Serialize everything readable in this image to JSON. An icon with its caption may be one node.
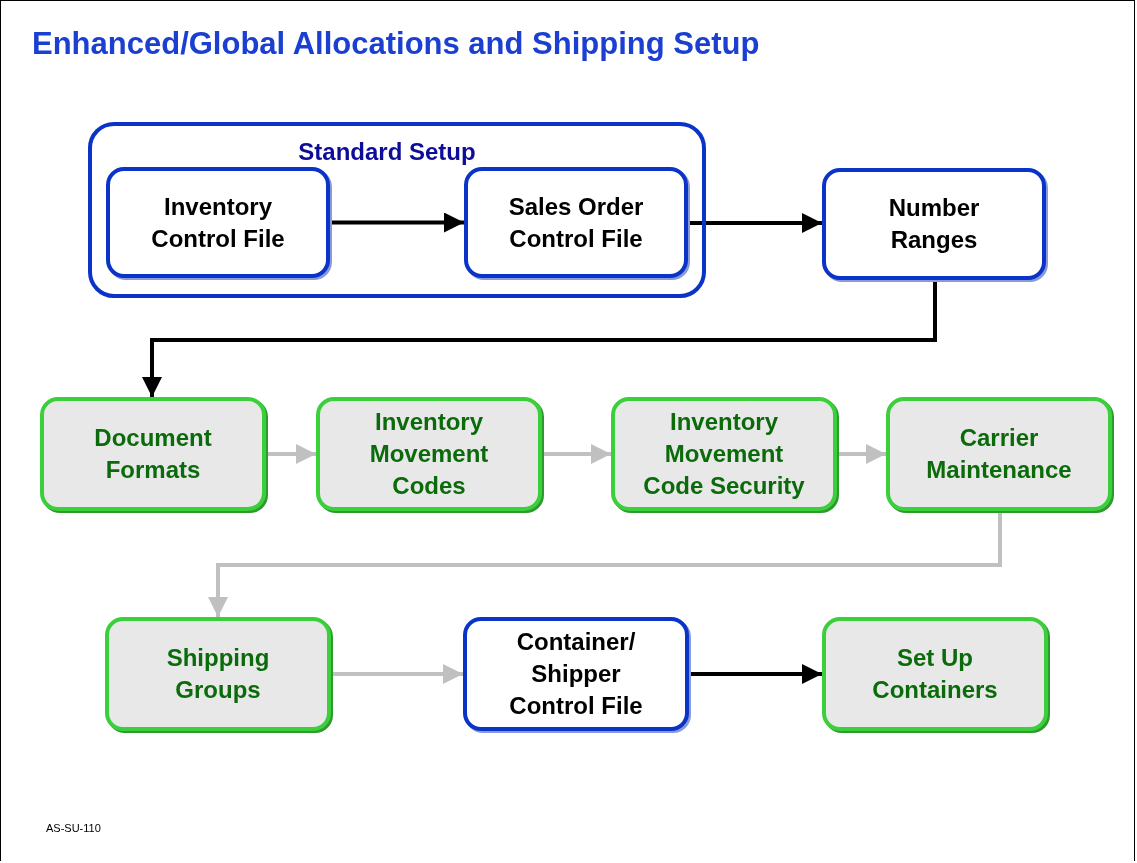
{
  "diagram": {
    "title": "Enhanced/Global Allocations and Shipping Setup",
    "nodes": [
      {
        "text": [
          "Standard Setup"
        ]
      },
      {
        "text": [
          "Inventory Control File"
        ],
        "in": 0
      },
      {
        "text": [
          "Sales Order Control File"
        ],
        "in": 0
      },
      {
        "text": [
          "Number Ranges"
        ]
      },
      {
        "text": [
          "Document Formats"
        ]
      },
      {
        "text": [
          "Inventory Movement Codes"
        ]
      },
      {
        "text": [
          "Inventory Movement Code Security"
        ]
      },
      {
        "text": [
          "Carrier Maintenance"
        ]
      },
      {
        "text": [
          "Shipping Groups"
        ]
      },
      {
        "text": [
          "Container/ Shipper Control File"
        ]
      },
      {
        "text": [
          "Set Up Containers"
        ]
      }
    ],
    "edges": [
      {
        "from": 1,
        "to": 2,
        "arrow": "to",
        "color": "#000000"
      },
      {
        "from": 2,
        "to": 3,
        "arrow": "to",
        "color": "#000000"
      },
      {
        "from": 3,
        "to": 4,
        "arrow": "to",
        "color": "#000000"
      },
      {
        "from": 4,
        "to": 5,
        "arrow": "to"
      },
      {
        "from": 5,
        "to": 6,
        "arrow": "to"
      },
      {
        "from": 6,
        "to": 7,
        "arrow": "to"
      },
      {
        "from": 7,
        "to": 8,
        "arrow": "to"
      },
      {
        "from": 8,
        "to": 9,
        "arrow": "to"
      },
      {
        "from": 9,
        "to": 10,
        "arrow": "to",
        "color": "#000000"
      }
    ],
    "labels": [
      "AS-SU-110"
    ]
  }
}
